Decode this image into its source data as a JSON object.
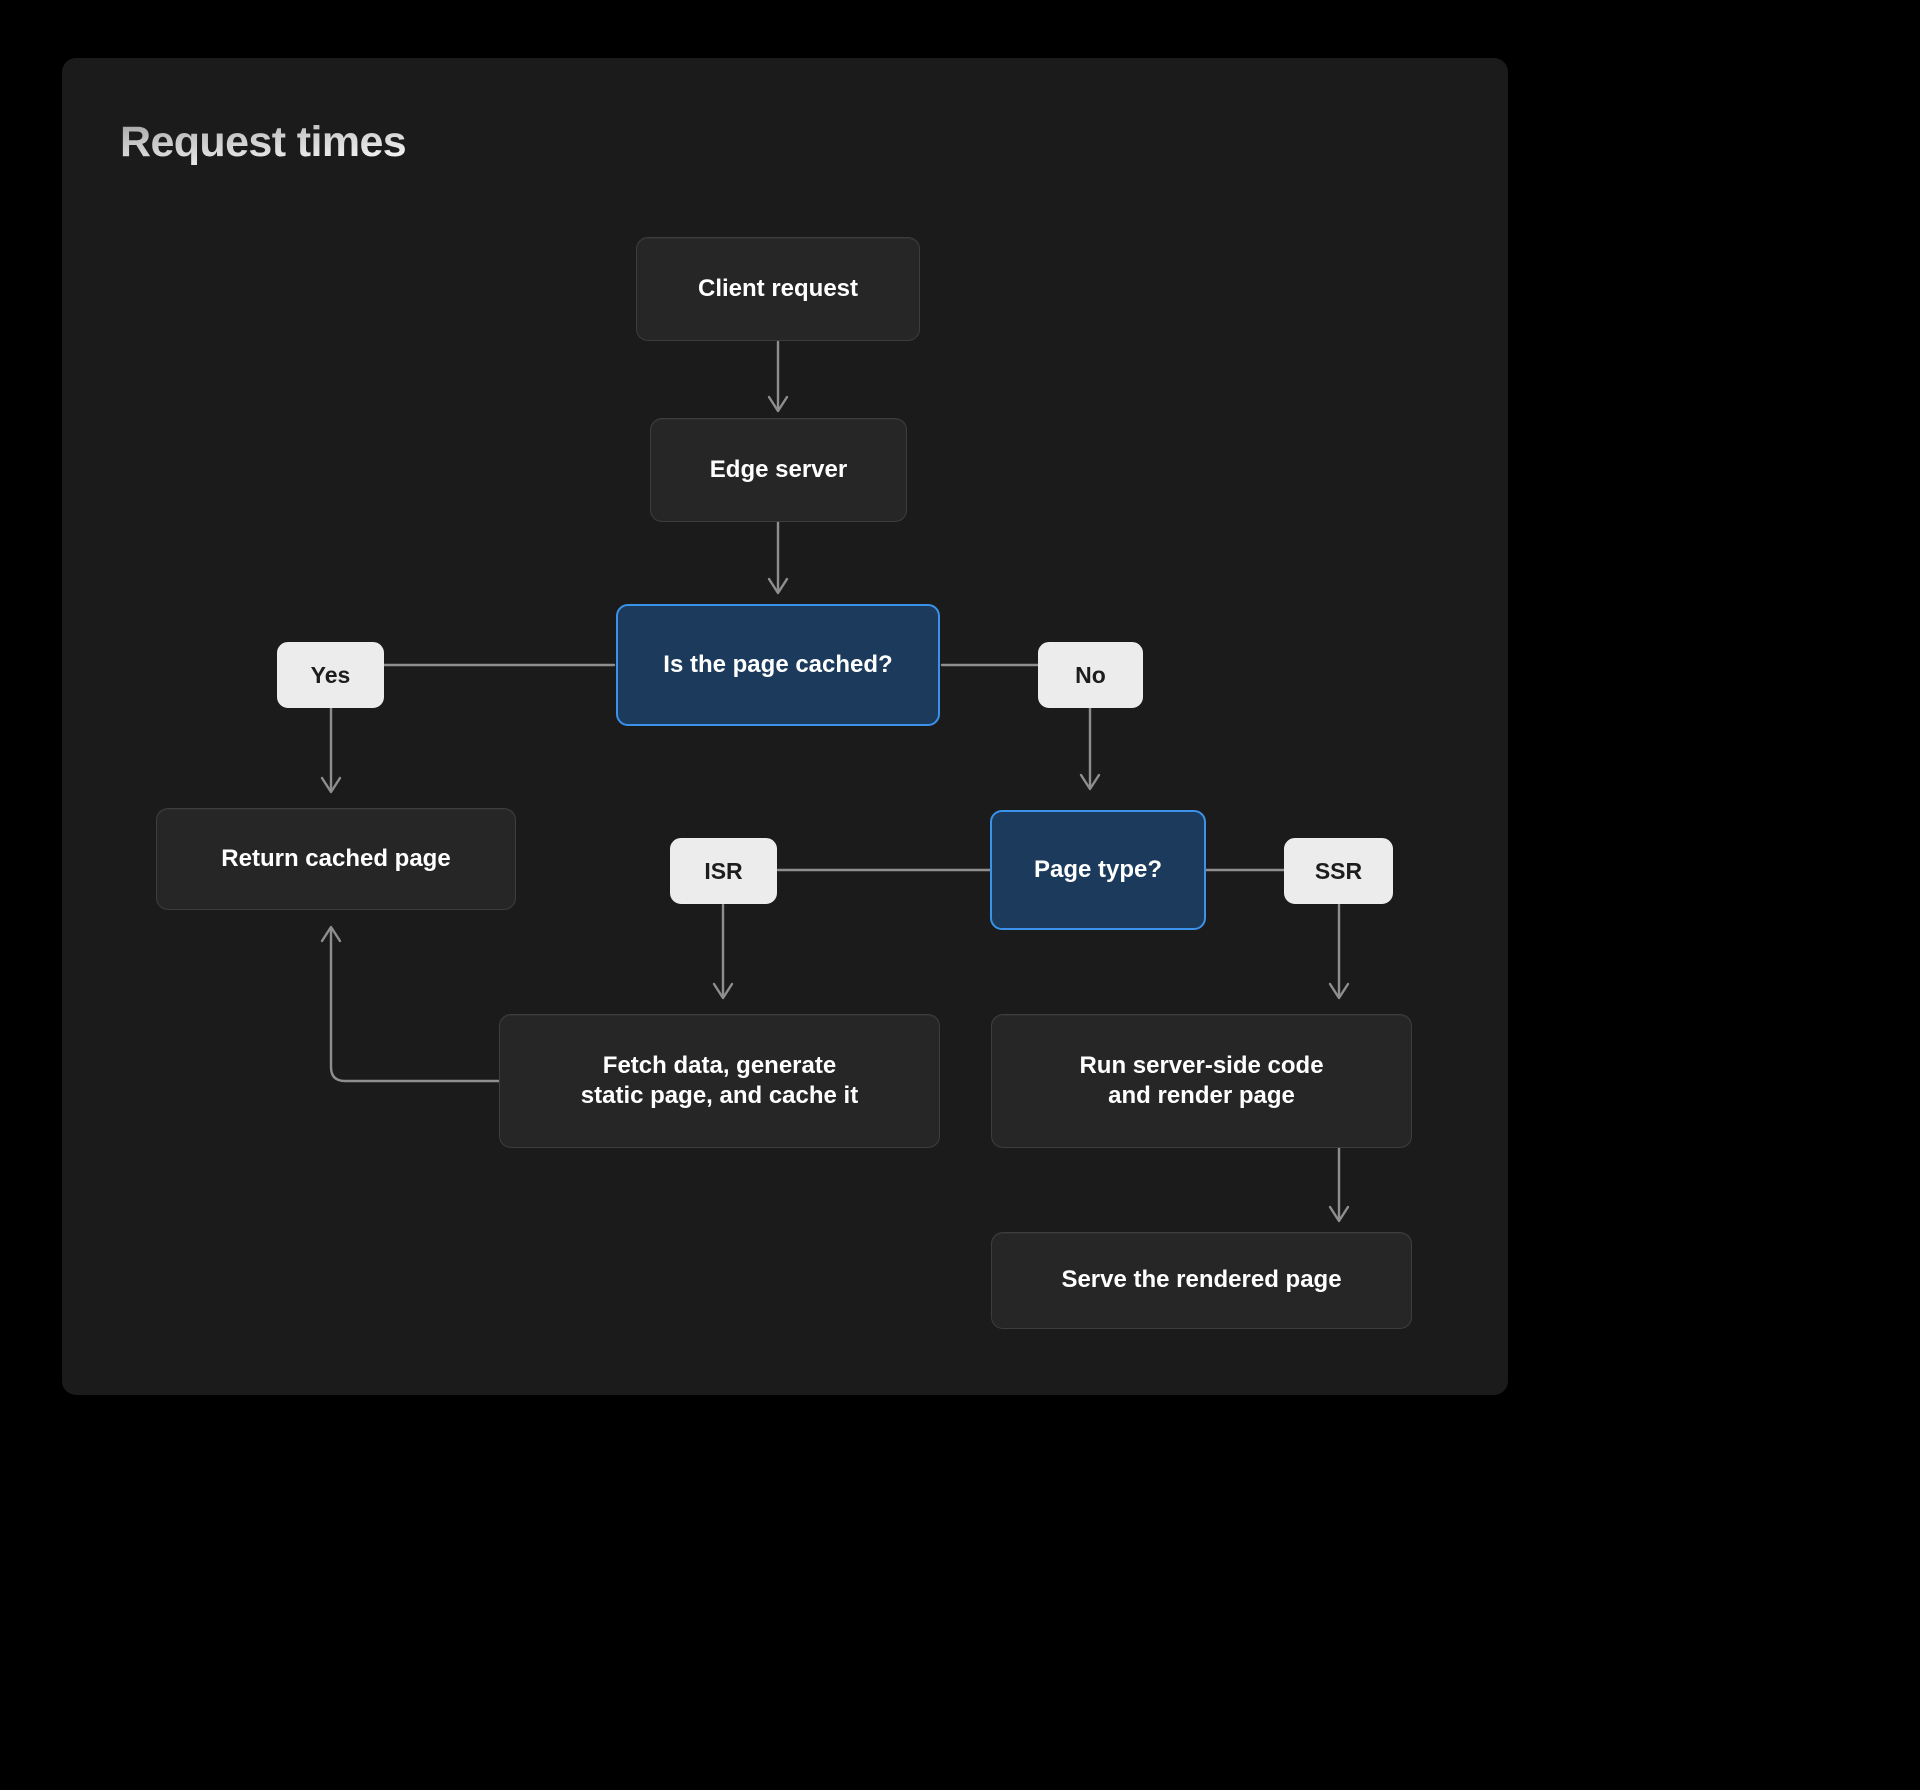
{
  "page": {
    "background_color": "#000000",
    "panel_color": "#1b1b1b",
    "title": "Request times"
  },
  "theme": {
    "node_fill": "#262626",
    "node_border": "#3d3d3d",
    "node_text": "#ffffff",
    "highlight_fill": "#1b3a5c",
    "highlight_border": "#3b92ea",
    "pill_fill": "#ececec",
    "pill_text": "#1d1d1d",
    "connector": "#8e8e8e"
  },
  "chart_data": {
    "type": "diagram",
    "title": "Request times",
    "diagram_kind": "flowchart",
    "direction": "top-down",
    "nodes": [
      {
        "id": "client-request",
        "label": "Client request",
        "kind": "process",
        "style": "dark"
      },
      {
        "id": "edge-server",
        "label": "Edge server",
        "kind": "process",
        "style": "dark"
      },
      {
        "id": "is-page-cached",
        "label": "Is the page cached?",
        "kind": "decision",
        "style": "blue"
      },
      {
        "id": "yes-label",
        "label": "Yes",
        "kind": "edge-label",
        "style": "pill"
      },
      {
        "id": "no-label",
        "label": "No",
        "kind": "edge-label",
        "style": "pill"
      },
      {
        "id": "return-cached",
        "label": "Return cached page",
        "kind": "process",
        "style": "dark"
      },
      {
        "id": "page-type",
        "label": "Page type?",
        "kind": "decision",
        "style": "blue"
      },
      {
        "id": "isr-label",
        "label": "ISR",
        "kind": "edge-label",
        "style": "pill"
      },
      {
        "id": "ssr-label",
        "label": "SSR",
        "kind": "edge-label",
        "style": "pill"
      },
      {
        "id": "fetch-generate",
        "label": "Fetch data, generate\nstatic page, and cache it",
        "kind": "process",
        "style": "dark"
      },
      {
        "id": "run-ssr",
        "label": "Run server-side code\nand render page",
        "kind": "process",
        "style": "dark"
      },
      {
        "id": "serve-rendered",
        "label": "Serve the rendered page",
        "kind": "process",
        "style": "dark"
      }
    ],
    "edges": [
      {
        "from": "client-request",
        "to": "edge-server",
        "label": "",
        "arrow": true
      },
      {
        "from": "edge-server",
        "to": "is-page-cached",
        "label": "",
        "arrow": true
      },
      {
        "from": "is-page-cached",
        "to": "yes-label",
        "label": "Yes",
        "arrow": false
      },
      {
        "from": "yes-label",
        "to": "return-cached",
        "label": "",
        "arrow": true
      },
      {
        "from": "is-page-cached",
        "to": "no-label",
        "label": "No",
        "arrow": false
      },
      {
        "from": "no-label",
        "to": "page-type",
        "label": "",
        "arrow": true
      },
      {
        "from": "page-type",
        "to": "isr-label",
        "label": "ISR",
        "arrow": false
      },
      {
        "from": "isr-label",
        "to": "fetch-generate",
        "label": "",
        "arrow": true
      },
      {
        "from": "page-type",
        "to": "ssr-label",
        "label": "SSR",
        "arrow": false
      },
      {
        "from": "ssr-label",
        "to": "run-ssr",
        "label": "",
        "arrow": true
      },
      {
        "from": "run-ssr",
        "to": "serve-rendered",
        "label": "",
        "arrow": true
      },
      {
        "from": "fetch-generate",
        "to": "return-cached",
        "label": "",
        "arrow": true
      }
    ]
  },
  "nodes": {
    "client_request": {
      "label": "Client request"
    },
    "edge_server": {
      "label": "Edge server"
    },
    "is_page_cached": {
      "label": "Is the page cached?"
    },
    "yes": {
      "label": "Yes"
    },
    "no": {
      "label": "No"
    },
    "return_cached": {
      "label": "Return cached page"
    },
    "page_type": {
      "label": "Page type?"
    },
    "isr": {
      "label": "ISR"
    },
    "ssr": {
      "label": "SSR"
    },
    "fetch_generate": {
      "label": "Fetch data, generate\nstatic page, and cache it"
    },
    "run_ssr": {
      "label": "Run server-side code\nand render page"
    },
    "serve_rendered": {
      "label": "Serve the rendered page"
    }
  }
}
